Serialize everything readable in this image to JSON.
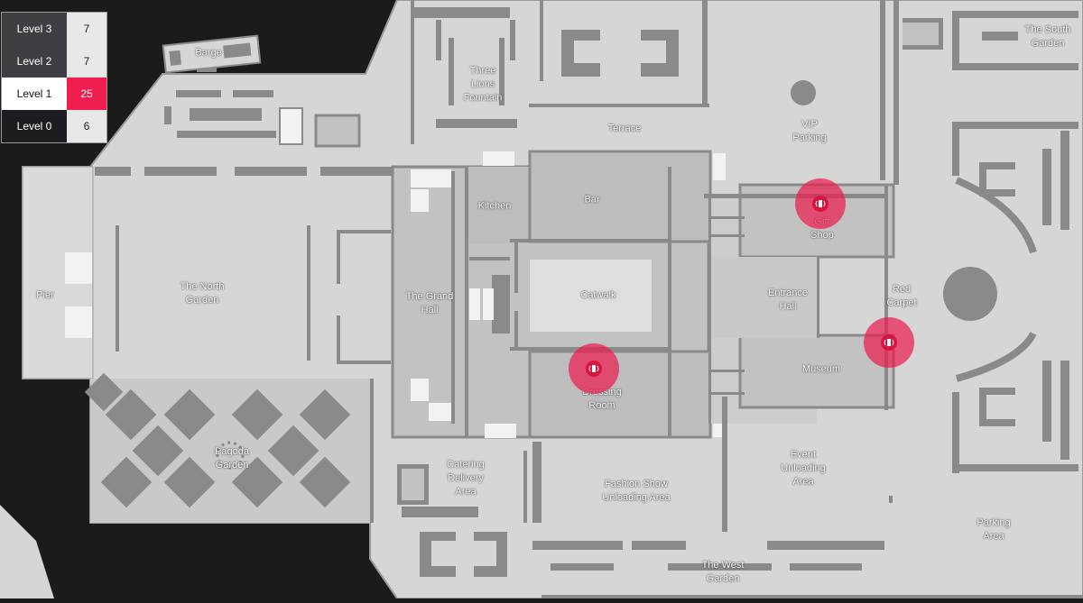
{
  "levels": [
    {
      "name": "Level 3",
      "count": "7"
    },
    {
      "name": "Level 2",
      "count": "7"
    },
    {
      "name": "Level 1",
      "count": "25"
    },
    {
      "name": "Level 0",
      "count": "6"
    }
  ],
  "active_level": "Level 1",
  "labels": {
    "barge": "Barge",
    "three_lions_1": "Three",
    "three_lions_2": "Lions",
    "three_lions_3": "Fountain",
    "south_garden_1": "The South",
    "south_garden_2": "Garden",
    "terrace": "Terrace",
    "vip_1": "VIP",
    "vip_2": "Parking",
    "kitchen": "Kitchen",
    "bar": "Bar",
    "gift": "Gift",
    "shop": "Shop",
    "pier": "Pier",
    "north_garden_1": "The North",
    "north_garden_2": "Garden",
    "grand_hall_1": "The Grand",
    "grand_hall_2": "Hall",
    "catwalk": "Catwalk",
    "entrance_1": "Entrance",
    "entrance_2": "Hall",
    "red_carpet_1": "Red",
    "red_carpet_2": "Carpet",
    "museum": "Museum",
    "dressing_1": "Dressing",
    "dressing_2": "Room",
    "pagoda_1": "Pagoda",
    "pagoda_2": "Garden",
    "catering_1": "Catering",
    "catering_2": "Delivery",
    "catering_3": "Area",
    "fashion_1": "Fashion Show",
    "fashion_2": "Unloading Area",
    "event_1": "Event",
    "event_2": "Unloading",
    "event_3": "Area",
    "west_garden_1": "The West",
    "west_garden_2": "Garden",
    "parking_1": "Parking",
    "parking_2": "Area"
  },
  "markers": [
    {
      "icon": "speaker-icon"
    },
    {
      "icon": "speaker-icon"
    },
    {
      "icon": "speaker-icon"
    }
  ],
  "colors": {
    "accent": "#ef1e4f",
    "marker": "#ec1e50",
    "floor": "#d6d6d6",
    "room": "#c2c2c2",
    "wall": "#8a8a8a",
    "water": "#1b1b1b"
  }
}
